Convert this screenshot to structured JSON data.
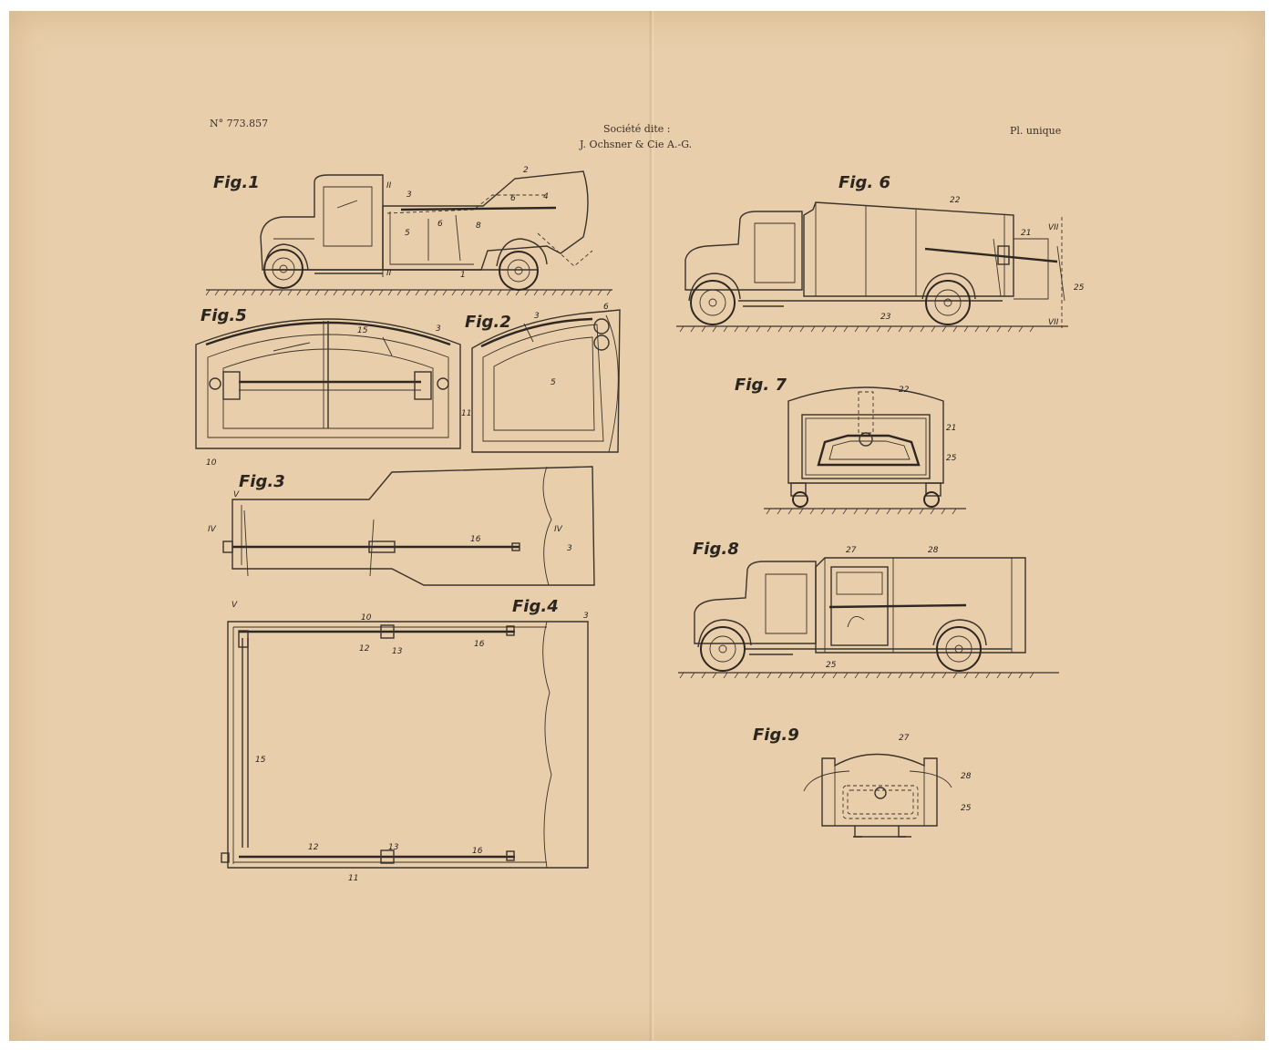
{
  "header": {
    "patent_number": "N° 773.857",
    "company_label": "Société dite :",
    "company_name": "J. Ochsner & Cie A.-G.",
    "plate": "Pl. unique"
  },
  "figures": [
    {
      "id": "fig1",
      "label": "Fig.1",
      "callouts": [
        "2",
        "II",
        "3",
        "6",
        "4",
        "5",
        "6",
        "8",
        "II",
        "1"
      ]
    },
    {
      "id": "fig2",
      "label": "Fig.2",
      "callouts": [
        "3",
        "6",
        "5"
      ]
    },
    {
      "id": "fig3",
      "label": "Fig.3",
      "callouts": [
        "V",
        "IV",
        "16",
        "IV",
        "3",
        "V"
      ]
    },
    {
      "id": "fig4",
      "label": "Fig.4",
      "callouts": [
        "10",
        "3",
        "12",
        "13",
        "16",
        "15",
        "12",
        "13",
        "16",
        "11"
      ]
    },
    {
      "id": "fig5",
      "label": "Fig.5",
      "callouts": [
        "15",
        "3",
        "11",
        "10"
      ]
    },
    {
      "id": "fig6",
      "label": "Fig. 6",
      "callouts": [
        "22",
        "21",
        "VII",
        "25",
        "23",
        "VII"
      ]
    },
    {
      "id": "fig7",
      "label": "Fig. 7",
      "callouts": [
        "22",
        "21",
        "25"
      ]
    },
    {
      "id": "fig8",
      "label": "Fig.8",
      "callouts": [
        "27",
        "28",
        "25"
      ]
    },
    {
      "id": "fig9",
      "label": "Fig.9",
      "callouts": [
        "27",
        "28",
        "25"
      ]
    }
  ],
  "colors": {
    "paper": "#e8ceaa",
    "ink": "#3b332c"
  }
}
